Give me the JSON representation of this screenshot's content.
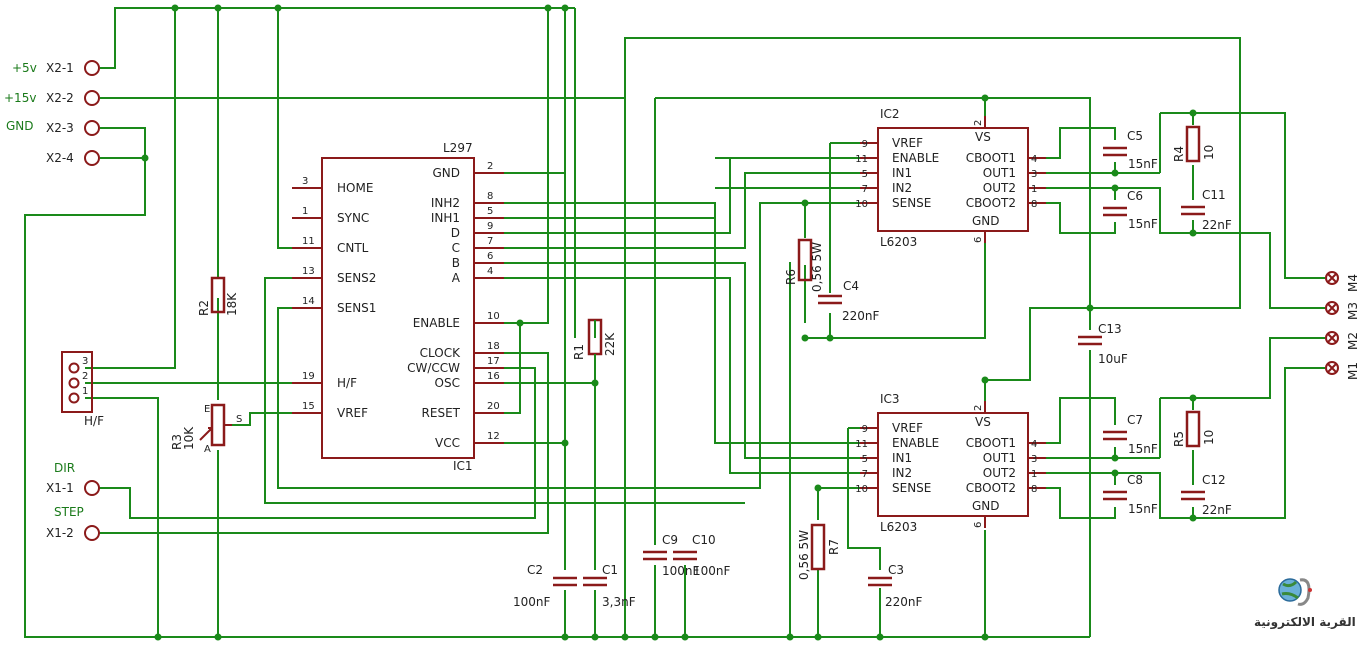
{
  "schematic": {
    "ics": {
      "ic1": {
        "ref": "IC1",
        "value": "L297",
        "left_pins": [
          {
            "num": "3",
            "name": "HOME"
          },
          {
            "num": "1",
            "name": "SYNC"
          },
          {
            "num": "11",
            "name": "CNTL"
          },
          {
            "num": "13",
            "name": "SENS2"
          },
          {
            "num": "14",
            "name": "SENS1"
          },
          {
            "num": "19",
            "name": "H/F"
          },
          {
            "num": "15",
            "name": "VREF"
          }
        ],
        "right_pins": [
          {
            "num": "2",
            "name": "GND"
          },
          {
            "num": "8",
            "name": "INH2"
          },
          {
            "num": "5",
            "name": "INH1"
          },
          {
            "num": "9",
            "name": "D"
          },
          {
            "num": "7",
            "name": "C"
          },
          {
            "num": "6",
            "name": "B"
          },
          {
            "num": "4",
            "name": "A"
          },
          {
            "num": "10",
            "name": "ENABLE"
          },
          {
            "num": "18",
            "name": "CLOCK"
          },
          {
            "num": "17",
            "name": "CW/CCW"
          },
          {
            "num": "16",
            "name": "OSC"
          },
          {
            "num": "20",
            "name": "RESET"
          },
          {
            "num": "12",
            "name": "VCC"
          }
        ]
      },
      "ic2": {
        "ref": "IC2",
        "value": "L6203",
        "left_pins": [
          {
            "num": "9",
            "name": "VREF"
          },
          {
            "num": "11",
            "name": "ENABLE"
          },
          {
            "num": "5",
            "name": "IN1"
          },
          {
            "num": "7",
            "name": "IN2"
          },
          {
            "num": "10",
            "name": "SENSE"
          }
        ],
        "right_pins": [
          {
            "num": "4",
            "name": "CBOOT1"
          },
          {
            "num": "3",
            "name": "OUT1"
          },
          {
            "num": "1",
            "name": "OUT2"
          },
          {
            "num": "8",
            "name": "CBOOT2"
          }
        ],
        "top_pin": {
          "num": "2",
          "name": "VS"
        },
        "bottom_pin": {
          "num": "6",
          "name": "GND"
        }
      },
      "ic3": {
        "ref": "IC3",
        "value": "L6203",
        "left_pins": [
          {
            "num": "9",
            "name": "VREF"
          },
          {
            "num": "11",
            "name": "ENABLE"
          },
          {
            "num": "5",
            "name": "IN1"
          },
          {
            "num": "7",
            "name": "IN2"
          },
          {
            "num": "10",
            "name": "SENSE"
          }
        ],
        "right_pins": [
          {
            "num": "4",
            "name": "CBOOT1"
          },
          {
            "num": "3",
            "name": "OUT1"
          },
          {
            "num": "1",
            "name": "OUT2"
          },
          {
            "num": "8",
            "name": "CBOOT2"
          }
        ],
        "top_pin": {
          "num": "2",
          "name": "VS"
        },
        "bottom_pin": {
          "num": "6",
          "name": "GND"
        }
      }
    },
    "connectors": {
      "x2": [
        {
          "ref": "X2-1",
          "net": "+5v"
        },
        {
          "ref": "X2-2",
          "net": "+15v"
        },
        {
          "ref": "X2-3",
          "net": "GND"
        },
        {
          "ref": "X2-4",
          "net": ""
        }
      ],
      "x1": [
        {
          "ref": "X1-1",
          "net": "DIR"
        },
        {
          "ref": "X1-2",
          "net": "STEP"
        }
      ],
      "hf": {
        "label": "H/F",
        "pins": [
          "3",
          "2",
          "1"
        ]
      },
      "motor": [
        "M4",
        "M3",
        "M2",
        "M1"
      ]
    },
    "parts": {
      "r1": {
        "ref": "R1",
        "value": "22K"
      },
      "r2": {
        "ref": "R2",
        "value": "18K"
      },
      "r3": {
        "ref": "R3",
        "value": "10K",
        "pin_e": "E",
        "pin_s": "S",
        "pin_a": "A"
      },
      "r4": {
        "ref": "R4",
        "value": "10"
      },
      "r5": {
        "ref": "R5",
        "value": "10"
      },
      "r6": {
        "ref": "R6",
        "value": "0,56 5W"
      },
      "r7": {
        "ref": "R7",
        "value": "0,56 5W"
      },
      "c1": {
        "ref": "C1",
        "value": "3,3nF"
      },
      "c2": {
        "ref": "C2",
        "value": "100nF"
      },
      "c3": {
        "ref": "C3",
        "value": "220nF"
      },
      "c4": {
        "ref": "C4",
        "value": "220nF"
      },
      "c5": {
        "ref": "C5",
        "value": "15nF"
      },
      "c6": {
        "ref": "C6",
        "value": "15nF"
      },
      "c7": {
        "ref": "C7",
        "value": "15nF"
      },
      "c8": {
        "ref": "C8",
        "value": "15nF"
      },
      "c9": {
        "ref": "C9",
        "value": "100nF"
      },
      "c10": {
        "ref": "C10",
        "value": "100nF"
      },
      "c11": {
        "ref": "C11",
        "value": "22nF"
      },
      "c12": {
        "ref": "C12",
        "value": "22nF"
      },
      "c13": {
        "ref": "C13",
        "value": "10uF"
      }
    },
    "logo": {
      "text": "القرية الالكترونية",
      "icon": "globe-phone-icon"
    }
  }
}
